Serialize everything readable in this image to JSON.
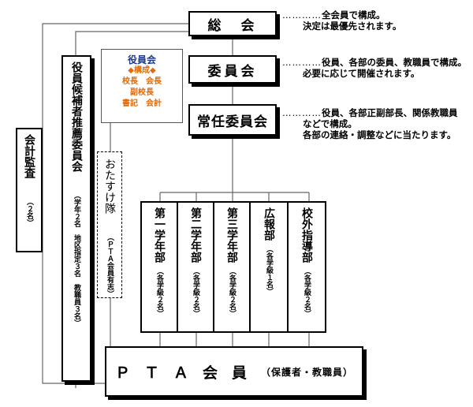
{
  "nodes": {
    "soukai": "総　会",
    "iinkai": "委員会",
    "jonin": "常任委員会",
    "kaikei": {
      "main": "会計監査",
      "note": "（２名）"
    },
    "koho": {
      "main": "役員候補者推薦委員会",
      "note": "（学年２名　地区指定３名　教職員３名）"
    },
    "otasuke": {
      "main": "おたすけ隊",
      "note": "（ＰＴＡ会員有志）"
    },
    "depts": [
      {
        "main": "第一学年部",
        "note": "（各学級２名）"
      },
      {
        "main": "第二学年部",
        "note": "（各学級２名）"
      },
      {
        "main": "第三学年部",
        "note": "（各学級２名）"
      },
      {
        "main": "広報部",
        "note": "（各学級１名）"
      },
      {
        "main": "校外指導部",
        "note": "（各学級２名）"
      }
    ],
    "pta": {
      "main": "ＰＴＡ会員",
      "note": "（保護者・教職員）"
    }
  },
  "officers": {
    "title": "役員会",
    "composition": "◆構成◆",
    "line1": "校長　会長",
    "line2": "副校長",
    "line3": "書記　会計"
  },
  "notes": {
    "dots": "…………",
    "soukai": [
      "全会員で構成。",
      "決定は最優先されます。"
    ],
    "iinkai": [
      "役員、各部の委員、教職員で構成。",
      "必要に応じて開催されます。"
    ],
    "jonin": [
      "役員、各部正副部長、関係教職員",
      "などで構成。",
      "各部の連絡・調整などに当たります。"
    ]
  },
  "colors": {
    "officer_title": "#1f3a8a",
    "officer_text": "#e26b0a",
    "line": "#666666"
  }
}
